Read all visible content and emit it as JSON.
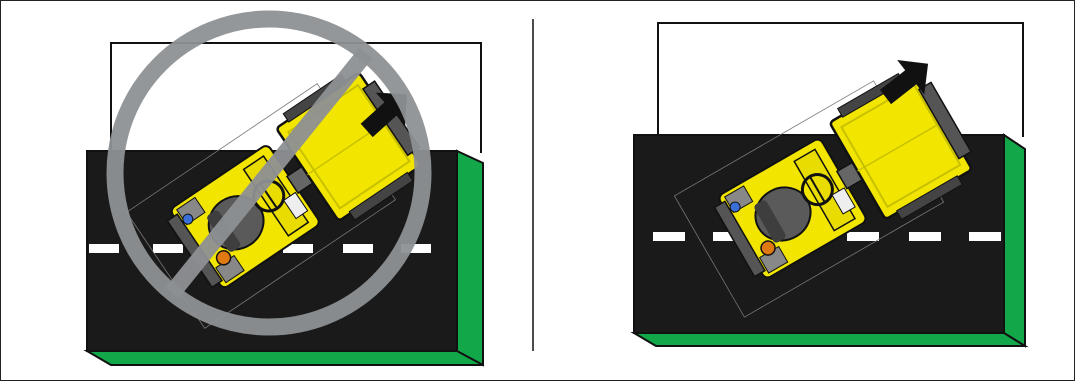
{
  "figure": {
    "panels": [
      {
        "id": "incorrect",
        "status": "prohibited",
        "prohibition_symbol": "no-entry-circle-slash-icon"
      },
      {
        "id": "correct",
        "status": "allowed"
      }
    ]
  },
  "colors": {
    "machine_yellow": "#f2e600",
    "machine_yellow_dark": "#c9c000",
    "road": "#1a1a1a",
    "road_marking": "#ffffff",
    "grass_edge": "#12a84a",
    "prohibition": "#8e9194",
    "arrow": "#111111",
    "seat": "#5a5a5a",
    "beacon_orange": "#e07a10",
    "beacon_blue": "#3a6fd8",
    "outline": "#111111"
  }
}
